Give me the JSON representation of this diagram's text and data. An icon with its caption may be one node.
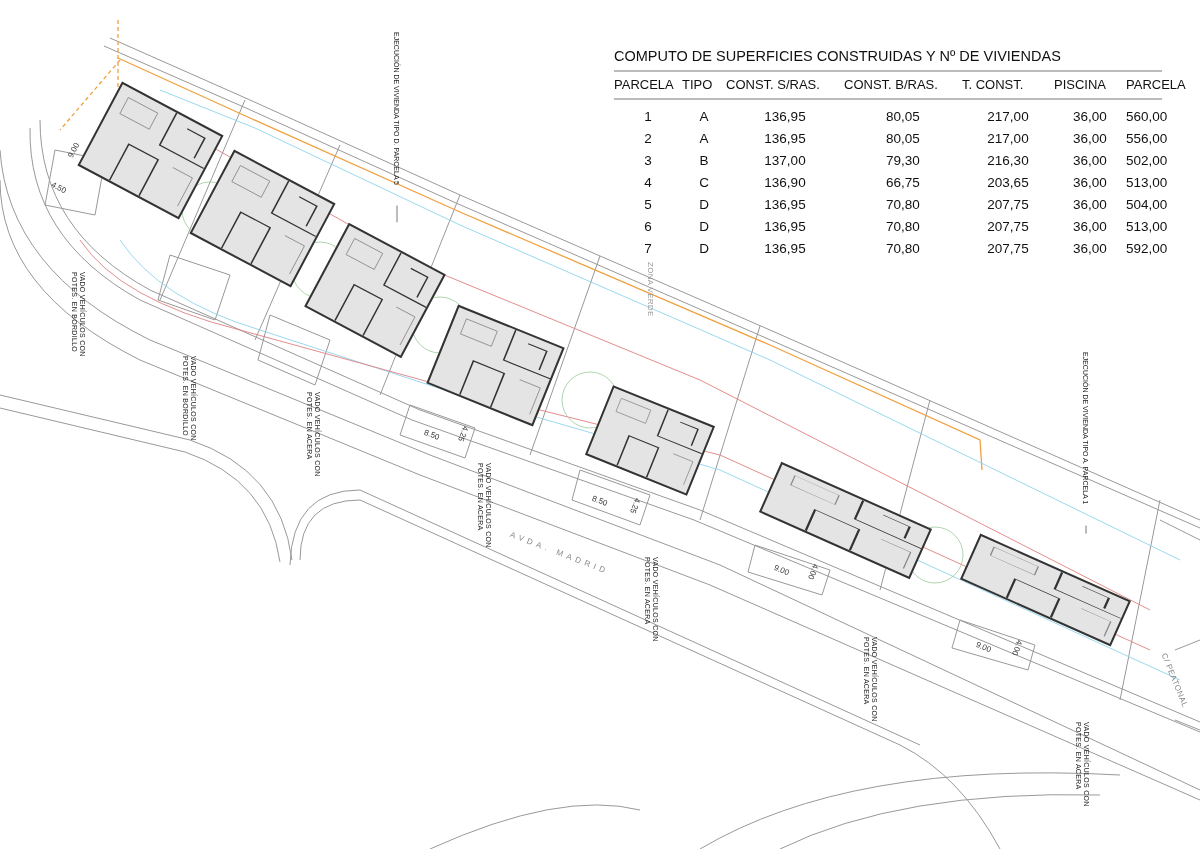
{
  "diagram": {
    "title": "COMPUTO DE SUPERFICIES CONSTRUIDAS Y Nº DE VIVIENDAS",
    "nodes": [
      {
        "text": [],
        "shape": "picture"
      },
      {
        "text": [],
        "shape": "picture"
      },
      {
        "text": [],
        "shape": "picture"
      },
      {
        "text": [],
        "shape": "picture"
      },
      {
        "text": [],
        "shape": "picture"
      },
      {
        "text": [],
        "shape": "picture"
      },
      {
        "text": [],
        "shape": "picture"
      },
      {
        "text": [
          "EJECUCIÓN DE VIVIENDA TIPO D. PARCELA 5"
        ]
      },
      {
        "text": [
          "EJECUCIÓN DE VIVIENDA TIPO A. PARCELA 1"
        ]
      }
    ],
    "edges": [
      {
        "from": 7,
        "to": 2,
        "arrow": "none"
      },
      {
        "from": 8,
        "to": 6,
        "arrow": "none"
      }
    ],
    "labels": [
      "PARCELA",
      "TIPO",
      "CONST. S/RAS.",
      "CONST. B/RAS.",
      "T. CONST.",
      "PISCINA",
      "PARCELA",
      "1",
      "A",
      "136,95",
      "80,05",
      "217,00",
      "36,00",
      "560,00",
      "2",
      "A",
      "136,95",
      "80,05",
      "217,00",
      "36,00",
      "556,00",
      "3",
      "B",
      "137,00",
      "79,30",
      "216,30",
      "36,00",
      "502,00",
      "4",
      "C",
      "136,90",
      "66,75",
      "203,65",
      "36,00",
      "513,00",
      "5",
      "D",
      "136,95",
      "70,80",
      "207,75",
      "36,00",
      "504,00",
      "6",
      "D",
      "136,95",
      "70,80",
      "207,75",
      "36,00",
      "513,00",
      "7",
      "D",
      "136,95",
      "70,80",
      "207,75",
      "36,00",
      "592,00",
      "VADO VEHÍCULOS CON POTES. EN BORDILLO",
      "VADO VEHÍCULOS CON POTES. EN BORDILLO",
      "VADO VEHÍCULOS CON POTES. EN ACERA",
      "VADO VEHÍCULOS CON POTES. EN ACERA",
      "VADO VEHÍCULOS CON POTES. EN ACERA",
      "VADO VEHÍCULOS CON POTES. EN ACERA",
      "VADO VEHÍCULOS CON POTES. EN ACERA",
      "ZONA VERDE",
      "AVDA. MADRID",
      "C/ PEATONAL",
      "9.00",
      "4.50",
      "8.50",
      "4.25",
      "8.50",
      "4.25",
      "9.00",
      "4.00",
      "9.00",
      "4.00"
    ]
  }
}
